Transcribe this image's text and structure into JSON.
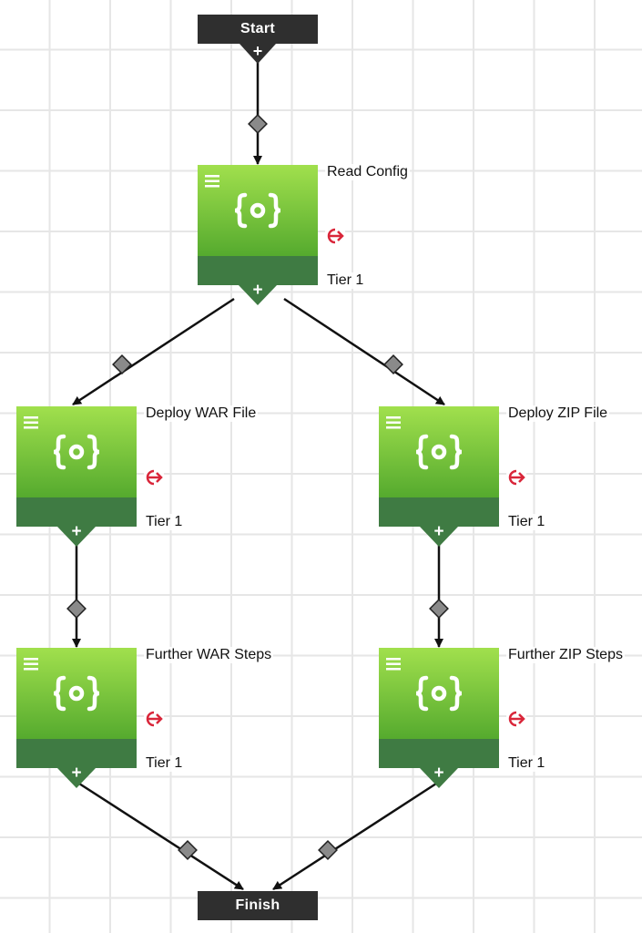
{
  "diagram": {
    "start_label": "Start",
    "finish_label": "Finish",
    "add_glyph": "+",
    "steps": [
      {
        "label": "Read Config",
        "tier": "Tier 1",
        "icon": "code-braces-icon",
        "status_icon": "exit-icon"
      },
      {
        "label": "Deploy WAR File",
        "tier": "Tier 1",
        "icon": "code-braces-icon",
        "status_icon": "exit-icon"
      },
      {
        "label": "Deploy ZIP File",
        "tier": "Tier 1",
        "icon": "code-braces-icon",
        "status_icon": "exit-icon"
      },
      {
        "label": "Further WAR Steps",
        "tier": "Tier 1",
        "icon": "code-braces-icon",
        "status_icon": "exit-icon"
      },
      {
        "label": "Further ZIP Steps",
        "tier": "Tier 1",
        "icon": "code-braces-icon",
        "status_icon": "exit-icon"
      }
    ],
    "connections": [
      {
        "from": "Start",
        "to": "Read Config"
      },
      {
        "from": "Read Config",
        "to": "Deploy WAR File"
      },
      {
        "from": "Read Config",
        "to": "Deploy ZIP File"
      },
      {
        "from": "Deploy WAR File",
        "to": "Further WAR Steps"
      },
      {
        "from": "Deploy ZIP File",
        "to": "Further ZIP Steps"
      },
      {
        "from": "Further WAR Steps",
        "to": "Finish"
      },
      {
        "from": "Further ZIP Steps",
        "to": "Finish"
      }
    ],
    "colors": {
      "step_gradient_top": "#a1e04d",
      "step_gradient_bottom": "#55aa2e",
      "step_footer": "#3f7b43",
      "terminal": "#2f2f2f",
      "status_icon": "#d9263a",
      "connector_diamond": "#8a8a8a"
    }
  }
}
